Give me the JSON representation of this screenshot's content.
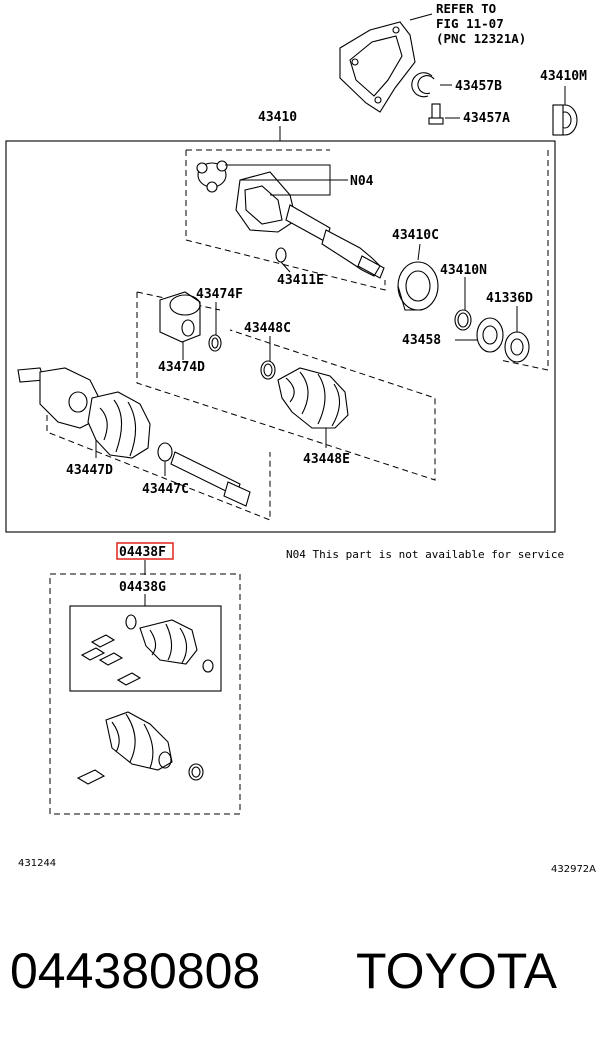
{
  "reference_note": {
    "line1": "REFER TO",
    "line2": "FIG 11-07",
    "line3": "(PNC 12321A)"
  },
  "main_assembly_label": "43410",
  "part_labels": [
    {
      "id": "43457B",
      "text": "43457B"
    },
    {
      "id": "43410M",
      "text": "43410M"
    },
    {
      "id": "43457A",
      "text": "43457A"
    },
    {
      "id": "N04",
      "text": "N04"
    },
    {
      "id": "43410C",
      "text": "43410C"
    },
    {
      "id": "43411E",
      "text": "43411E"
    },
    {
      "id": "43410N",
      "text": "43410N"
    },
    {
      "id": "43474F",
      "text": "43474F"
    },
    {
      "id": "41336D",
      "text": "41336D"
    },
    {
      "id": "43448C",
      "text": "43448C"
    },
    {
      "id": "43458",
      "text": "43458"
    },
    {
      "id": "43474D",
      "text": "43474D"
    },
    {
      "id": "43447D",
      "text": "43447D"
    },
    {
      "id": "43448E",
      "text": "43448E"
    },
    {
      "id": "43447C",
      "text": "43447C"
    }
  ],
  "boot_kit": {
    "highlighted_label": "04438F",
    "sub_label": "04438G"
  },
  "availability_note": "N04 This part is not available for service",
  "figure_codes": {
    "left": "431244",
    "right": "432972A"
  },
  "footer": {
    "part_number": "044380808",
    "brand": "TOYOTA"
  },
  "colors": {
    "highlight": "#e2231a",
    "line": "#000000",
    "background": "#ffffff"
  }
}
